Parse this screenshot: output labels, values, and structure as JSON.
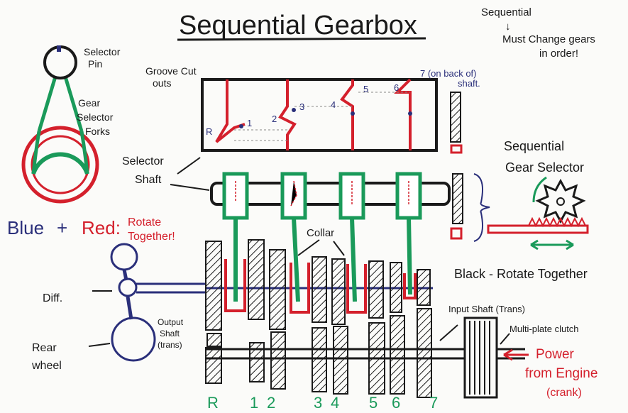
{
  "title": "Sequential Gearbox",
  "note": {
    "line1": "Sequential",
    "arrow": "↓",
    "line2": "Must Change gears",
    "line3": "in order!"
  },
  "fork_diagram": {
    "pin_label_1": "Selector",
    "pin_label_2": "Pin",
    "fork_label_1": "Gear",
    "fork_label_2": "Selector",
    "fork_label_3": "Forks"
  },
  "drum": {
    "groove_label_1": "Groove Cut",
    "groove_label_2": "outs",
    "gear_marks": [
      "R",
      "1",
      "2",
      "3",
      "4",
      "5",
      "6"
    ],
    "seventh_label_1": "7 (on back of)",
    "seventh_label_2": "shaft."
  },
  "selector_shaft": {
    "label_1": "Selector",
    "label_2": "Shaft"
  },
  "seq_selector": {
    "label_1": "Sequential",
    "label_2": "Gear Selector"
  },
  "rotate_note": {
    "blue": "Blue",
    "plus": "+",
    "red": "Red:",
    "rest_1": "Rotate",
    "rest_2": "Together!"
  },
  "collar_label": "Collar",
  "black_note": "Black - Rotate Together",
  "input_shaft": {
    "label": "Input Shaft (Trans)"
  },
  "clutch_label": "Multi-plate clutch",
  "power": {
    "line1": "Power",
    "line2": "from Engine",
    "line3": "(crank)"
  },
  "diff_label": "Diff.",
  "output_shaft": {
    "line1": "Output",
    "line2": "Shaft",
    "line3": "(trans)"
  },
  "rear_wheel": {
    "line1": "Rear",
    "line2": "wheel"
  },
  "gear_labels": [
    "R",
    "1",
    "2",
    "3",
    "4",
    "5",
    "6",
    "7"
  ],
  "colors": {
    "red": "#d4202c",
    "blue": "#2a2f7a",
    "green": "#1a9a5a",
    "black": "#1a1a1a"
  }
}
